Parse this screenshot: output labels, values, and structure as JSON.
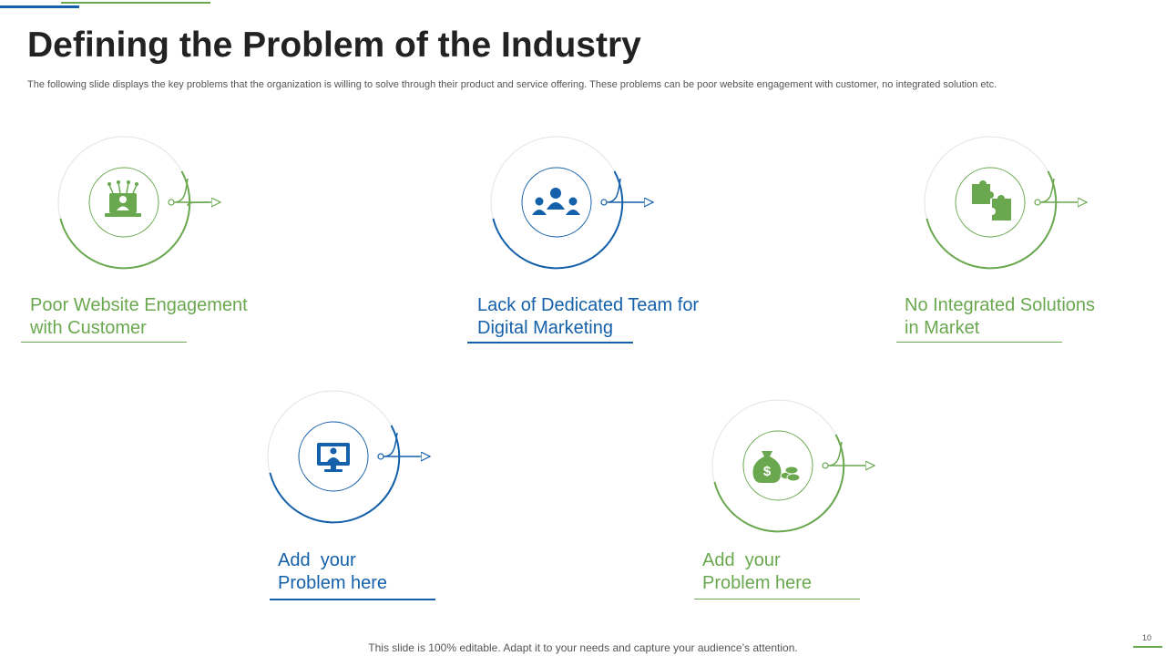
{
  "colors": {
    "green": "#6aa84f",
    "blue": "#1460aa",
    "title": "#222222",
    "muted": "#555555"
  },
  "title": "Defining the Problem of the Industry",
  "subtitle": "The following slide displays the key problems that the organization is willing to solve through their product and service offering. These problems can be poor website engagement with customer, no integrated solution etc.",
  "items": [
    {
      "icon": "laptop-user-icon",
      "color": "green",
      "lines": [
        "Poor Website Engagement",
        "with Customer"
      ]
    },
    {
      "icon": "team-icon",
      "color": "blue",
      "lines": [
        "Lack of Dedicated Team for",
        "Digital Marketing"
      ]
    },
    {
      "icon": "puzzle-icon",
      "color": "green",
      "lines": [
        "No Integrated Solutions",
        "in Market"
      ]
    },
    {
      "icon": "monitor-user-icon",
      "color": "blue",
      "lines": [
        "Add  your",
        "Problem here"
      ]
    },
    {
      "icon": "money-bag-icon",
      "color": "green",
      "lines": [
        "Add  your",
        "Problem here"
      ]
    }
  ],
  "footer": "This slide is 100% editable. Adapt it to your needs and capture your audience’s attention.",
  "page_number": "10"
}
